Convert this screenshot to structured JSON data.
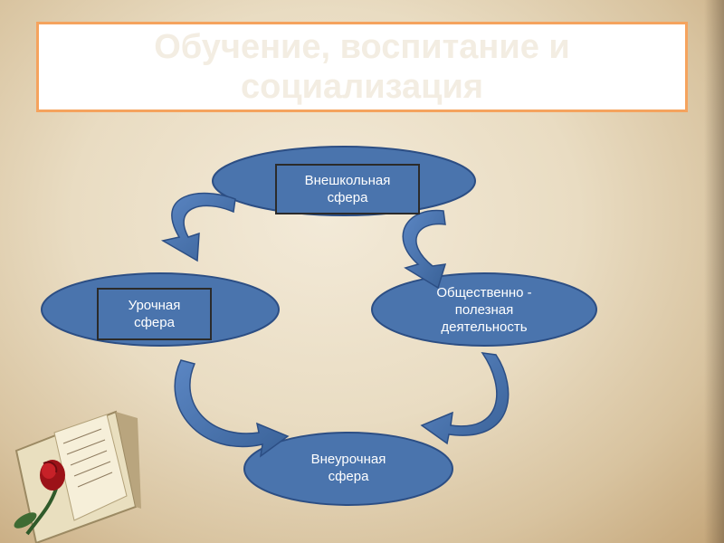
{
  "title": "Обучение, воспитание и социализация",
  "nodes": {
    "top": "Внешкольная сфера",
    "left": "Урочная сфера",
    "right": "Общественно - полезная деятельность",
    "bottom": "Внеурочная сфера"
  },
  "colors": {
    "node_fill": "#4a74ad",
    "node_stroke": "#2c4e84",
    "title_border": "#f5a35e"
  }
}
